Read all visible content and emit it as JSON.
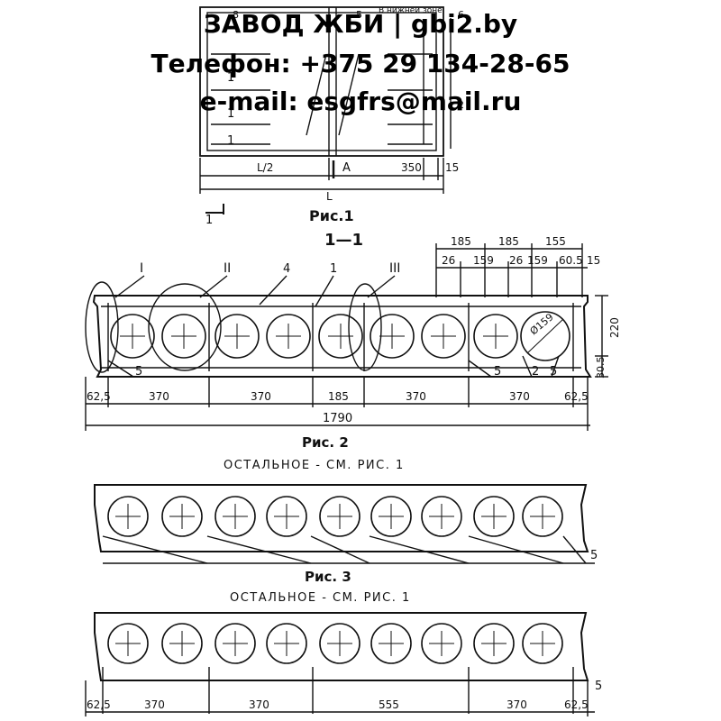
{
  "header": {
    "line1": "ЗАВОД ЖБИ | gbi2.by",
    "line2": "Телефон: +375 29 134-28-65",
    "line3": "e-mail: esgfrs@mail.ru"
  },
  "figures": {
    "fig1": {
      "caption": "Рис.1",
      "dims_bottom": [
        "L/2",
        "350",
        "15"
      ],
      "overall": "L",
      "section_marker_a": "A",
      "section_marker_1": "1",
      "zone_note": "В нижней зоне",
      "labels": [
        "1",
        "1",
        "1",
        "6",
        "2",
        "8",
        "5"
      ]
    },
    "section": {
      "title": "1—1",
      "callouts": [
        "I",
        "II",
        "4",
        "1",
        "III"
      ],
      "top_dims_row1": [
        "185",
        "185",
        "155"
      ],
      "top_dims_row2": [
        "26",
        "159",
        "26",
        "159",
        "60.5",
        "15"
      ],
      "diameter": "Ø159",
      "right_dims": [
        "220",
        "30.5"
      ],
      "bottom_labels": [
        "5",
        "5",
        "2",
        "5"
      ],
      "bottom_dims": [
        "62,5",
        "370",
        "370",
        "185",
        "370",
        "370",
        "62,5"
      ],
      "overall": "1790"
    },
    "fig2": {
      "caption": "Рис. 2",
      "note": "ОСТАЛЬНОЕ - СМ. РИС. 1",
      "label": "5"
    },
    "fig3": {
      "caption": "Рис. 3",
      "note": "ОСТАЛЬНОЕ - СМ. РИС. 1",
      "label": "5",
      "bottom_dims": [
        "62,5",
        "370",
        "370",
        "555",
        "370",
        "62,5"
      ]
    }
  }
}
